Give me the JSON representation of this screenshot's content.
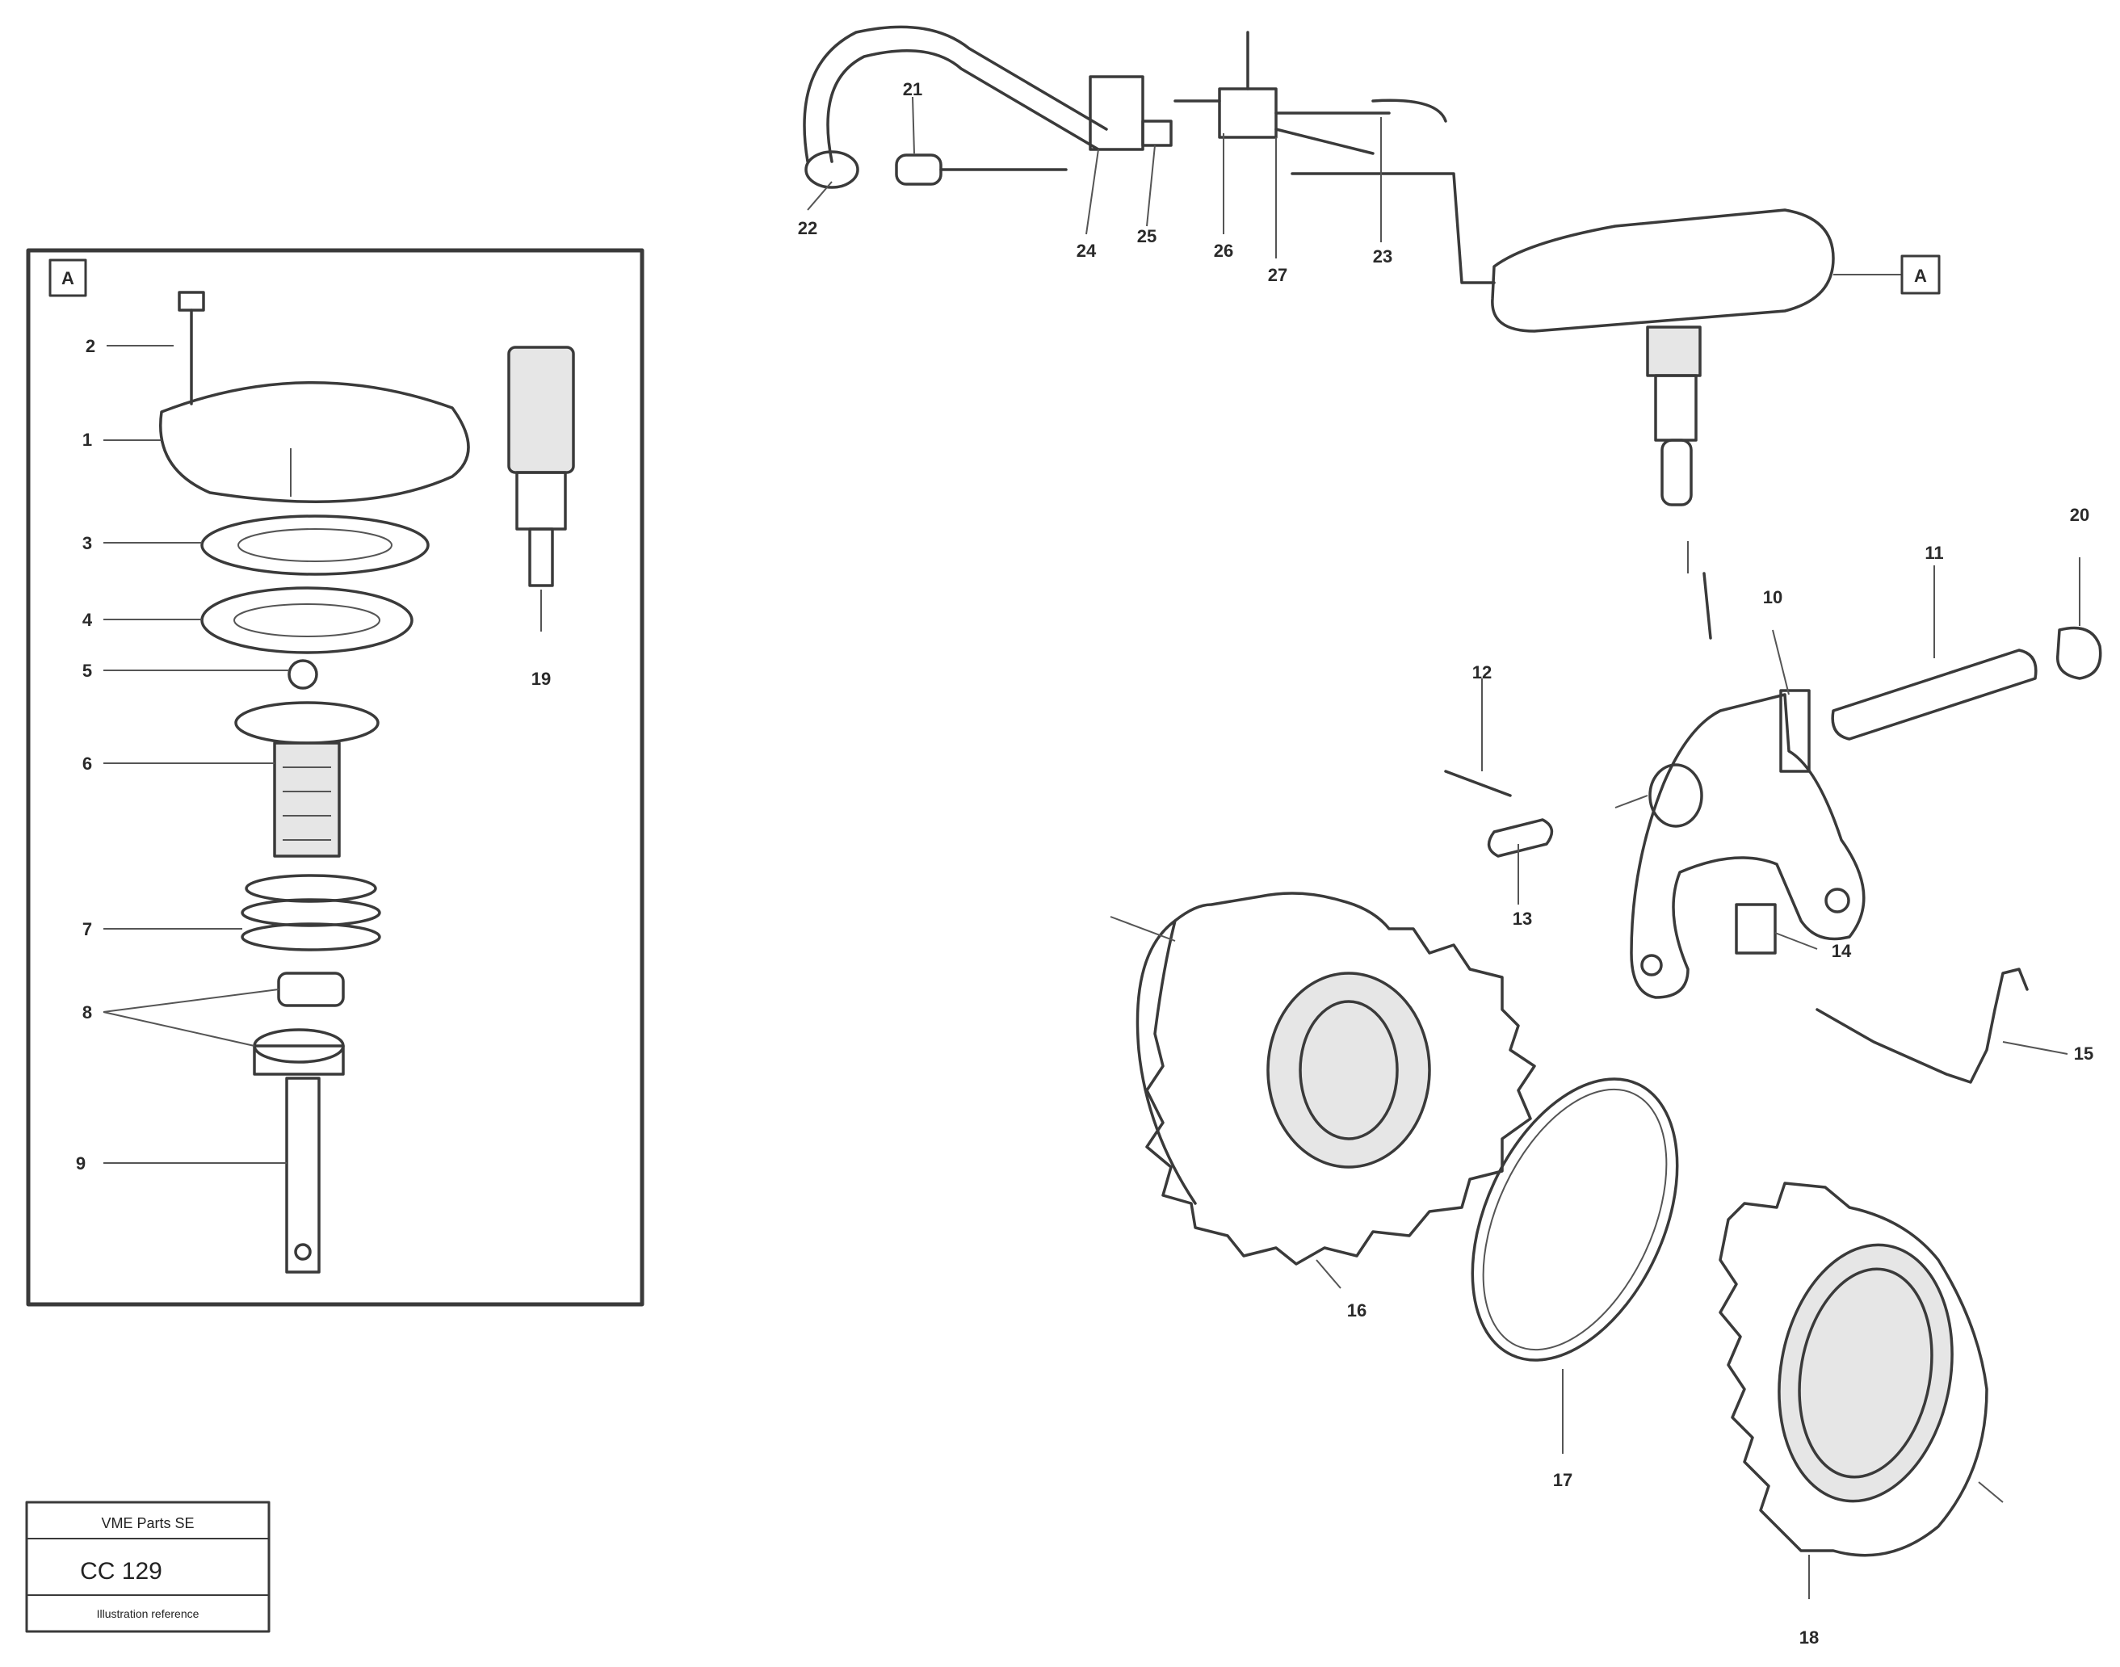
{
  "callouts": [
    {
      "id": "c1",
      "text": "1"
    },
    {
      "id": "c2",
      "text": "2"
    },
    {
      "id": "c3",
      "text": "3"
    },
    {
      "id": "c4",
      "text": "4"
    },
    {
      "id": "c5",
      "text": "5"
    },
    {
      "id": "c6",
      "text": "6"
    },
    {
      "id": "c7",
      "text": "7"
    },
    {
      "id": "c8",
      "text": "8"
    },
    {
      "id": "c9",
      "text": "9"
    },
    {
      "id": "c10",
      "text": "10"
    },
    {
      "id": "c11",
      "text": "11"
    },
    {
      "id": "c12",
      "text": "12"
    },
    {
      "id": "c13",
      "text": "13"
    },
    {
      "id": "c14",
      "text": "14"
    },
    {
      "id": "c15",
      "text": "15"
    },
    {
      "id": "c16",
      "text": "16"
    },
    {
      "id": "c17",
      "text": "17"
    },
    {
      "id": "c18",
      "text": "18"
    },
    {
      "id": "c19",
      "text": "19"
    },
    {
      "id": "c20",
      "text": "20"
    },
    {
      "id": "c21",
      "text": "21"
    },
    {
      "id": "c22",
      "text": "22"
    },
    {
      "id": "c23",
      "text": "23"
    },
    {
      "id": "c24",
      "text": "24"
    },
    {
      "id": "c25",
      "text": "25"
    },
    {
      "id": "c26",
      "text": "26"
    },
    {
      "id": "c27",
      "text": "27"
    }
  ],
  "detail_tag": "A",
  "valve_tag": "A",
  "title_block": {
    "line1": "VME Parts SE",
    "line2": "CC 129",
    "line3": "Illustration reference"
  }
}
